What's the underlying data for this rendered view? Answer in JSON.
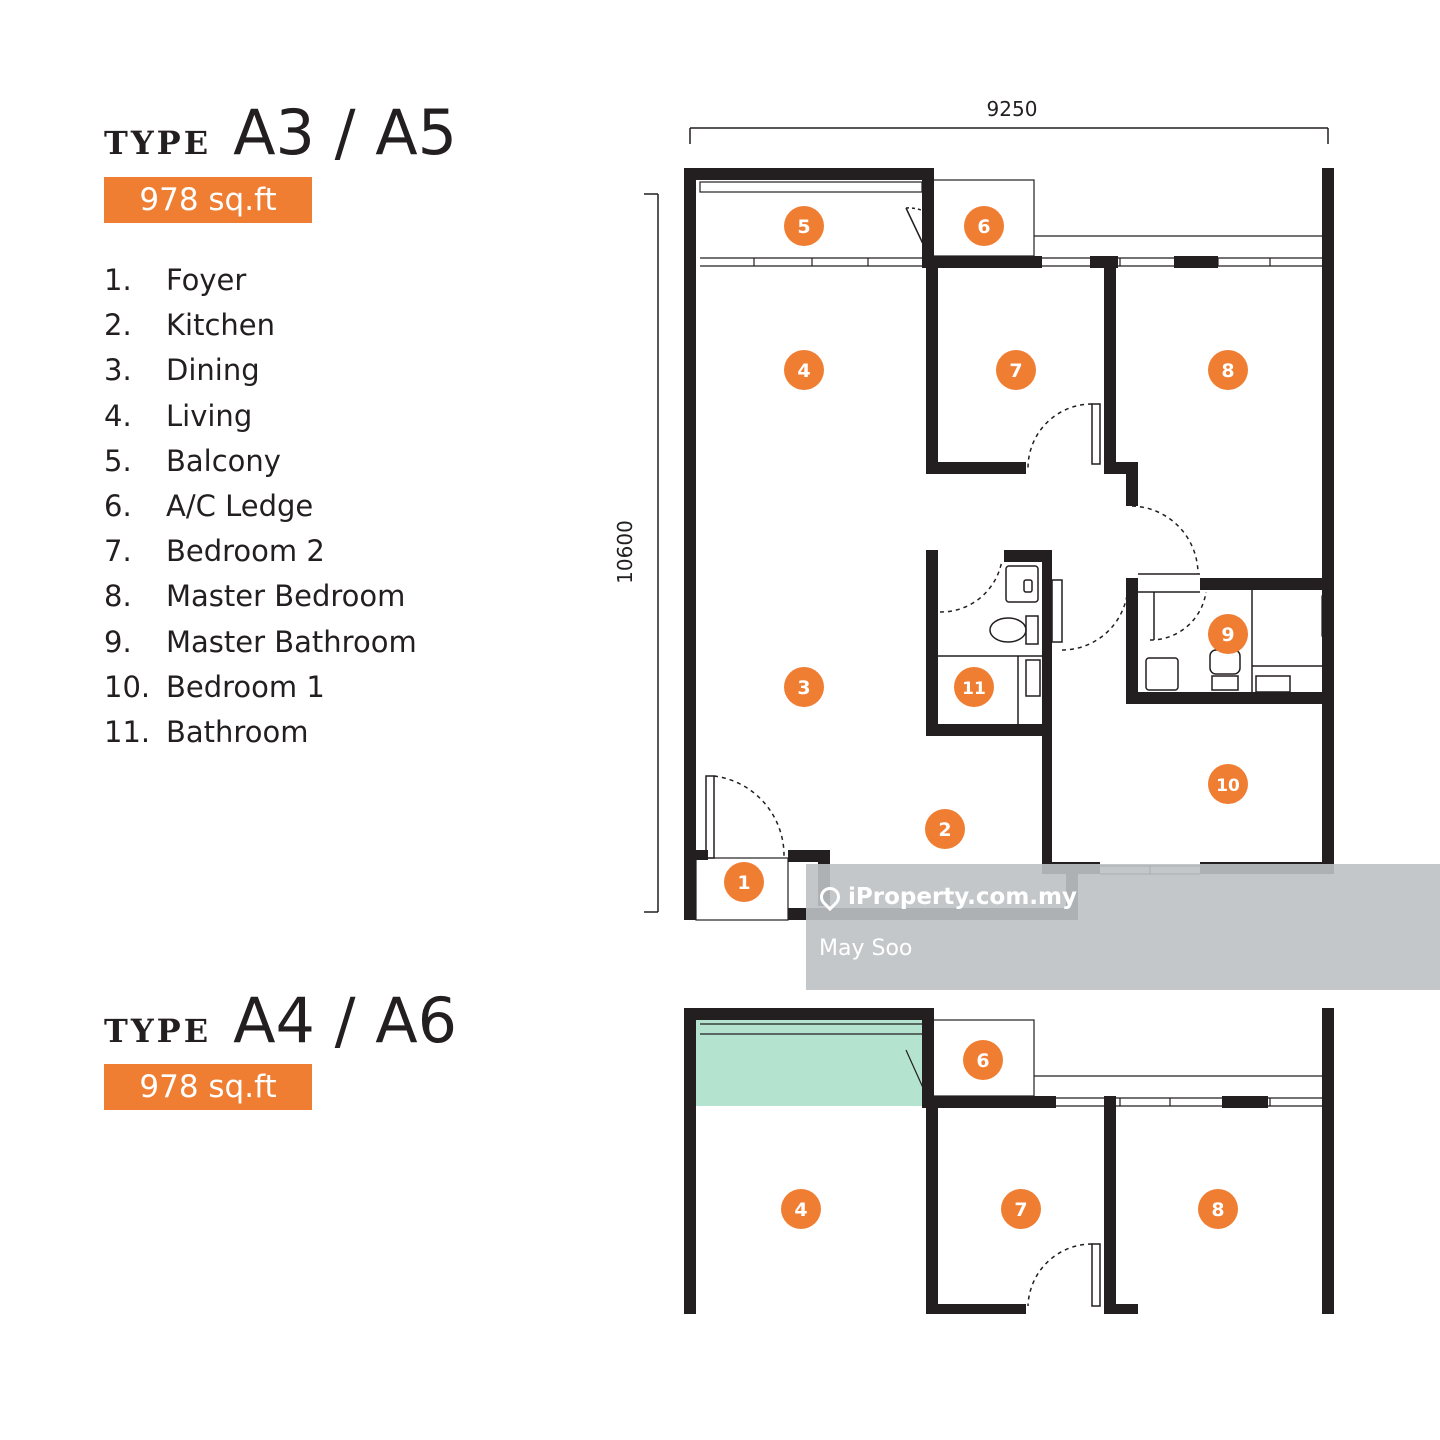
{
  "unit_a": {
    "type_word": "TYPE",
    "type_code": "A3 / A5",
    "area": "978 sq.ft"
  },
  "unit_b": {
    "type_word": "TYPE",
    "type_code": "A4 / A6",
    "area": "978 sq.ft"
  },
  "legend": [
    {
      "num": "1.",
      "label": "Foyer"
    },
    {
      "num": "2.",
      "label": "Kitchen"
    },
    {
      "num": "3.",
      "label": "Dining"
    },
    {
      "num": "4.",
      "label": "Living"
    },
    {
      "num": "5.",
      "label": "Balcony"
    },
    {
      "num": "6.",
      "label": "A/C Ledge"
    },
    {
      "num": "7.",
      "label": "Bedroom 2"
    },
    {
      "num": "8.",
      "label": "Master Bedroom"
    },
    {
      "num": "9.",
      "label": "Master Bathroom"
    },
    {
      "num": "10.",
      "label": "Bedroom 1"
    },
    {
      "num": "11.",
      "label": "Bathroom"
    }
  ],
  "dimensions": {
    "width": "9250",
    "height": "10600"
  },
  "plan_a_markers": [
    "1",
    "2",
    "3",
    "4",
    "5",
    "6",
    "7",
    "8",
    "9",
    "10",
    "11"
  ],
  "plan_b_markers": [
    "4",
    "6",
    "7",
    "8"
  ],
  "watermark": {
    "brand": "iProperty.com.my",
    "user": "May Soo"
  },
  "colors": {
    "accent": "#ef7d32",
    "wall": "#231f20",
    "highlight": "#b4e3cf",
    "watermark": "#bec1c4"
  }
}
